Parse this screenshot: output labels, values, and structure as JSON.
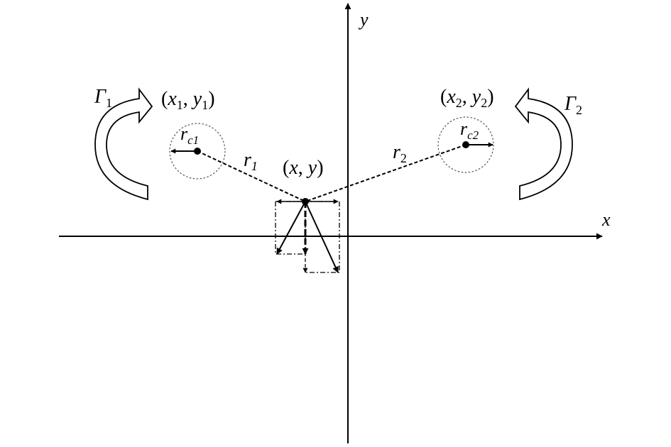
{
  "axes": {
    "x_label": "x",
    "y_label": "y"
  },
  "vortex1": {
    "circulation": "Γ",
    "circulation_sub": "1",
    "position_open": "(",
    "position_x": "x",
    "position_x_sub": "1",
    "position_sep": ", ",
    "position_y": "y",
    "position_y_sub": "1",
    "position_close": ")",
    "core_radius": "r",
    "core_radius_sub": "c1",
    "distance": "r",
    "distance_sub": "1"
  },
  "vortex2": {
    "circulation": "Γ",
    "circulation_sub": "2",
    "position_open": "(",
    "position_x": "x",
    "position_x_sub": "2",
    "position_sep": ", ",
    "position_y": "y",
    "position_y_sub": "2",
    "position_close": ")",
    "core_radius": "r",
    "core_radius_sub": "c2",
    "distance": "r",
    "distance_sub": "2"
  },
  "point": {
    "position_open": "(",
    "position_x": "x",
    "position_sep": ", ",
    "position_y": "y",
    "position_close": ")"
  },
  "colors": {
    "ink": "#000000",
    "core_circle": "#555555"
  }
}
